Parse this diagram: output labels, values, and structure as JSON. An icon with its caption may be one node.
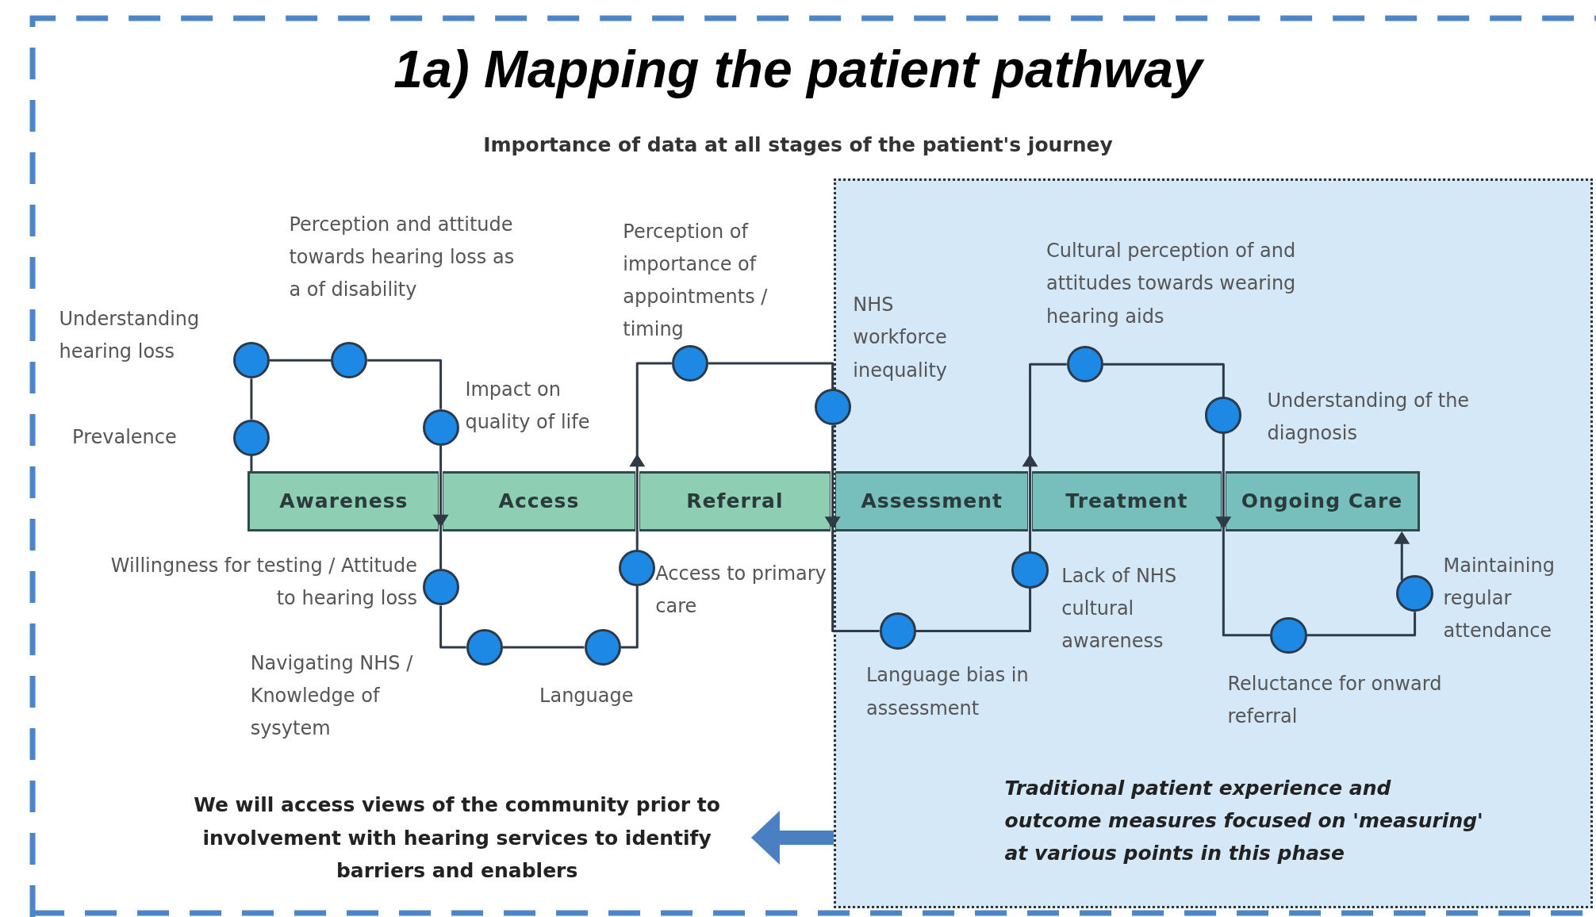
{
  "diagram": {
    "title": "1a) Mapping the patient pathway",
    "nodes": [
      {
        "text": [
          "Awareness"
        ]
      },
      {
        "text": [
          "Access"
        ]
      },
      {
        "text": [
          "Referral"
        ]
      },
      {
        "text": [
          "Traditional patient experience and outcome measures focused on 'measuring' at various points in this phase"
        ]
      },
      {
        "text": [
          "Assessment"
        ],
        "in": 3
      },
      {
        "text": [
          "Treatment"
        ],
        "in": 3
      },
      {
        "text": [
          "Ongoing Care"
        ],
        "in": 3
      },
      {
        "text": [],
        "shape": "circle",
        "beside": [
          "Understanding hearing loss"
        ]
      },
      {
        "text": [],
        "shape": "circle",
        "beside": [
          "Prevalence"
        ]
      },
      {
        "text": [],
        "shape": "circle",
        "beside": [
          "Perception and attitude towards hearing loss as a of disability"
        ]
      },
      {
        "text": [],
        "shape": "circle",
        "beside": [
          "Impact on quality of life"
        ]
      },
      {
        "text": [],
        "shape": "circle",
        "beside": [
          "Willingness for testing / Attitude to hearing loss"
        ]
      },
      {
        "text": [],
        "shape": "circle",
        "beside": [
          "Navigating NHS / Knowledge of sysytem"
        ]
      },
      {
        "text": [],
        "shape": "circle",
        "beside": [
          "Language"
        ]
      },
      {
        "text": [],
        "shape": "circle",
        "beside": [
          "Access to primary care"
        ]
      },
      {
        "text": [],
        "shape": "circle",
        "beside": [
          "Perception of importance of appointments / timing"
        ]
      },
      {
        "text": [],
        "shape": "circle",
        "beside": [
          "NHS workforce inequality"
        ]
      },
      {
        "text": [],
        "shape": "circle",
        "beside": [
          "Language bias in assessment"
        ],
        "in": 3
      },
      {
        "text": [],
        "shape": "circle",
        "beside": [
          "Lack of NHS cultural awareness"
        ],
        "in": 3
      },
      {
        "text": [],
        "shape": "circle",
        "beside": [
          "Cultural perception of and attitudes towards wearing hearing aids"
        ],
        "in": 3
      },
      {
        "text": [],
        "shape": "circle",
        "beside": [
          "Understanding of the diagnosis"
        ],
        "in": 3
      },
      {
        "text": [],
        "shape": "circle",
        "beside": [
          "Reluctance for onward referral"
        ],
        "in": 3
      },
      {
        "text": [],
        "shape": "circle",
        "beside": [
          "Maintaining regular attendance"
        ],
        "in": 3
      },
      {
        "text": [
          "We will access views of the community prior to involvement with hearing services to identify barriers and enablers"
        ]
      }
    ],
    "edges": [
      {
        "from": 0,
        "to": 8,
        "arrow": "none"
      },
      {
        "from": 8,
        "to": 7,
        "arrow": "none"
      },
      {
        "from": 7,
        "to": 9,
        "arrow": "none"
      },
      {
        "from": 9,
        "to": 10,
        "arrow": "none"
      },
      {
        "from": 10,
        "to": 11,
        "arrow": "to"
      },
      {
        "from": 11,
        "to": 12,
        "arrow": "none"
      },
      {
        "from": 12,
        "to": 13,
        "arrow": "none"
      },
      {
        "from": 13,
        "to": 14,
        "arrow": "none"
      },
      {
        "from": 14,
        "to": 15,
        "arrow": "to"
      },
      {
        "from": 15,
        "to": 16,
        "arrow": "none"
      },
      {
        "from": 16,
        "to": 17,
        "arrow": "to"
      },
      {
        "from": 17,
        "to": 18,
        "arrow": "none"
      },
      {
        "from": 18,
        "to": 19,
        "arrow": "to"
      },
      {
        "from": 19,
        "to": 20,
        "arrow": "none"
      },
      {
        "from": 20,
        "to": 21,
        "arrow": "to"
      },
      {
        "from": 21,
        "to": 22,
        "arrow": "none"
      },
      {
        "from": 22,
        "to": 6,
        "arrow": "to"
      },
      {
        "from": 3,
        "to": 23,
        "arrow": "to",
        "style": "thick",
        "color": "#4a7fc1"
      }
    ],
    "labels": [
      "Importance of data at all stages of the patient's journey"
    ]
  }
}
